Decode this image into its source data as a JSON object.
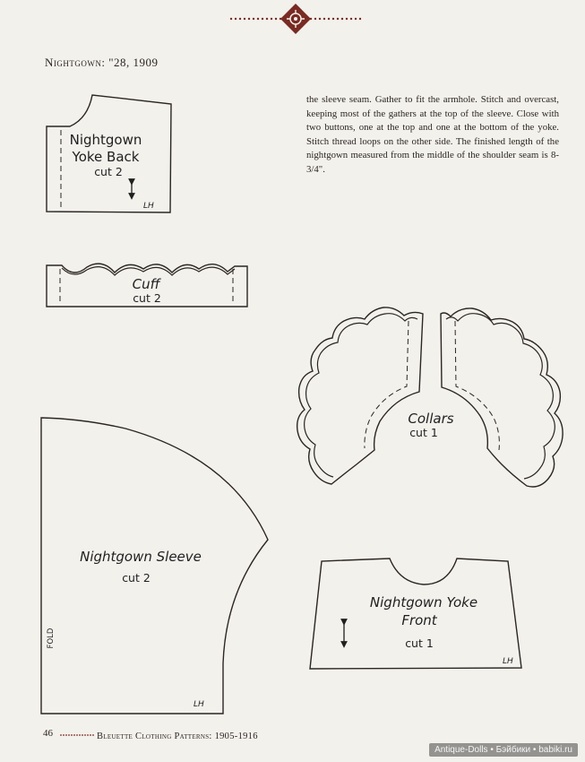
{
  "header": {
    "title": "Nightgown: \"28, 1909"
  },
  "body_text": "the sleeve seam. Gather to fit the armhole. Stitch and overcast, keeping most of the gathers at the top of the sleeve. Close with two buttons, one at the top and one at the bottom of the yoke. Stitch thread loops on the other side. The finished length of the nightgown measured from the middle of the shoulder seam is 8-3/4\".",
  "pieces": {
    "yoke_back": {
      "line1": "Nightgown",
      "line2": "Yoke Back",
      "cut": "cut 2",
      "initials": "LH"
    },
    "cuff": {
      "name": "Cuff",
      "cut": "cut 2"
    },
    "collars": {
      "name": "Collars",
      "cut": "cut 1"
    },
    "sleeve": {
      "name": "Nightgown Sleeve",
      "cut": "cut 2",
      "fold": "FOLD",
      "initials": "LH"
    },
    "yoke_front": {
      "line1": "Nightgown Yoke",
      "line2": "Front",
      "cut": "cut 1",
      "initials": "LH"
    }
  },
  "footer": {
    "page_number": "46",
    "book_title": "Bleuette Clothing Patterns: 1905-1916"
  },
  "watermark": "Antique-Dolls • Бэйбики • babiki.ru",
  "colors": {
    "ornament": "#7a2a22",
    "line": "#2b2623",
    "paper": "#f3f1ec"
  }
}
